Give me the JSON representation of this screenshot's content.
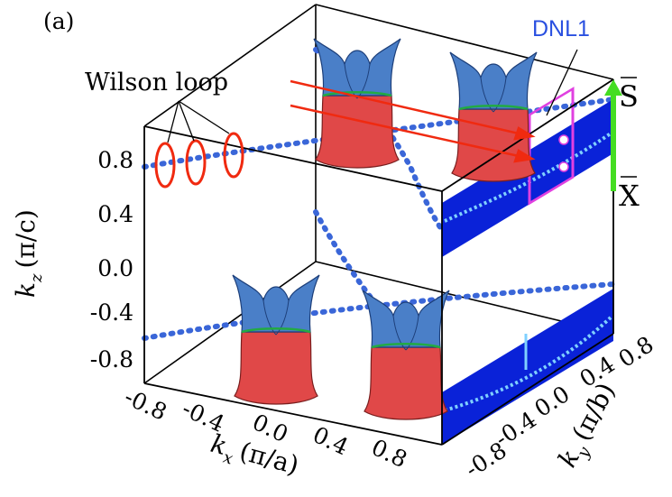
{
  "figure": {
    "panel_label": "(a)",
    "wilson_label": "Wilson loop",
    "dnl_label": "DNL1",
    "point_upper": "S",
    "point_lower": "X",
    "kz_tick_labels": [
      "0.8",
      "0.4",
      "0.0",
      "-0.4",
      "-0.8"
    ],
    "kx_tick_labels": [
      "-0.8",
      "-0.4",
      "0.0",
      "0.4",
      "0.8"
    ],
    "ky_tick_labels": [
      "0.8",
      "0.4",
      "0.0",
      "-0.4",
      "-0.8"
    ],
    "kz_axis": {
      "var": "k",
      "sub": "z",
      "unit": "(π/c)"
    },
    "kx_axis": {
      "var": "k",
      "sub": "x",
      "unit": "(π/a)"
    },
    "ky_axis": {
      "var": "k",
      "sub": "y",
      "unit": "(π/b)"
    },
    "colors": {
      "nodal_line": "#3a66d8",
      "panel_blue": "#0a22d8",
      "surface_red": "#e04848",
      "surface_blue": "#4a7fc8",
      "arrow_red": "#f02a10",
      "box_magenta": "#e040e0",
      "arrow_green": "#44dd22",
      "dnl_text": "#2a50e0"
    }
  }
}
